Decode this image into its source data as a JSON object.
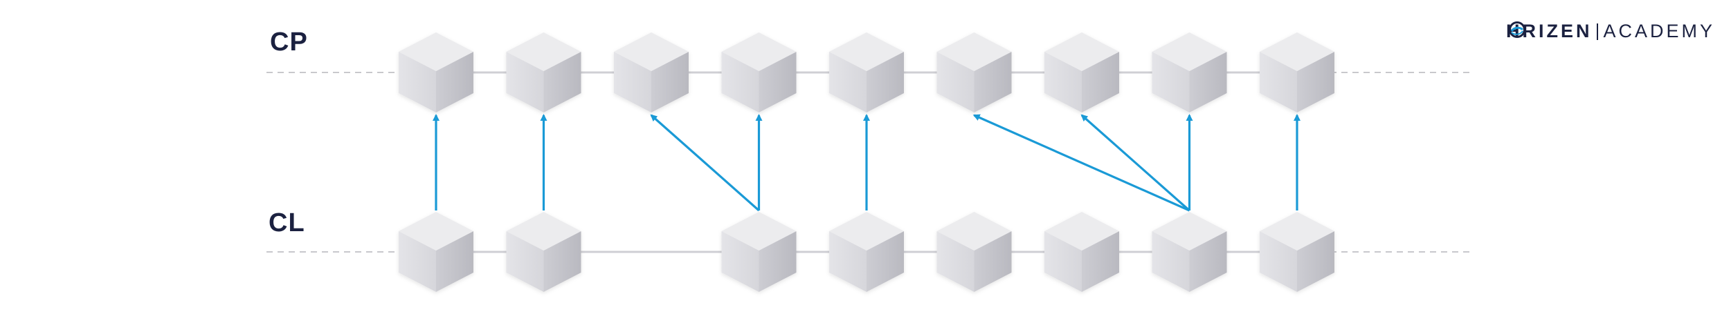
{
  "labels": {
    "cp": "CP",
    "cl": "CL"
  },
  "logo": {
    "first": "H",
    "word": "RIZEN",
    "second": "ACADEMY",
    "o_icon": "horizen-o-icon"
  },
  "colors": {
    "arrow": "#1a9ad6",
    "dashed": "#c8c8cc",
    "chain": "#cfcfd4",
    "text": "#1b2140",
    "block_top": "#ececee",
    "block_left": "#e0e0e4",
    "block_right": "#c7c7cd"
  },
  "diagram": {
    "cp_blocks": 9,
    "cl_blocks": [
      true,
      true,
      false,
      true,
      true,
      true,
      true,
      true,
      true
    ],
    "arrows": [
      {
        "from": 0,
        "to": 0
      },
      {
        "from": 1,
        "to": 1
      },
      {
        "from": 3,
        "to": 2
      },
      {
        "from": 3,
        "to": 3
      },
      {
        "from": 4,
        "to": 4
      },
      {
        "from": 7,
        "to": 5
      },
      {
        "from": 7,
        "to": 6
      },
      {
        "from": 7,
        "to": 7
      },
      {
        "from": 8,
        "to": 8
      }
    ]
  }
}
